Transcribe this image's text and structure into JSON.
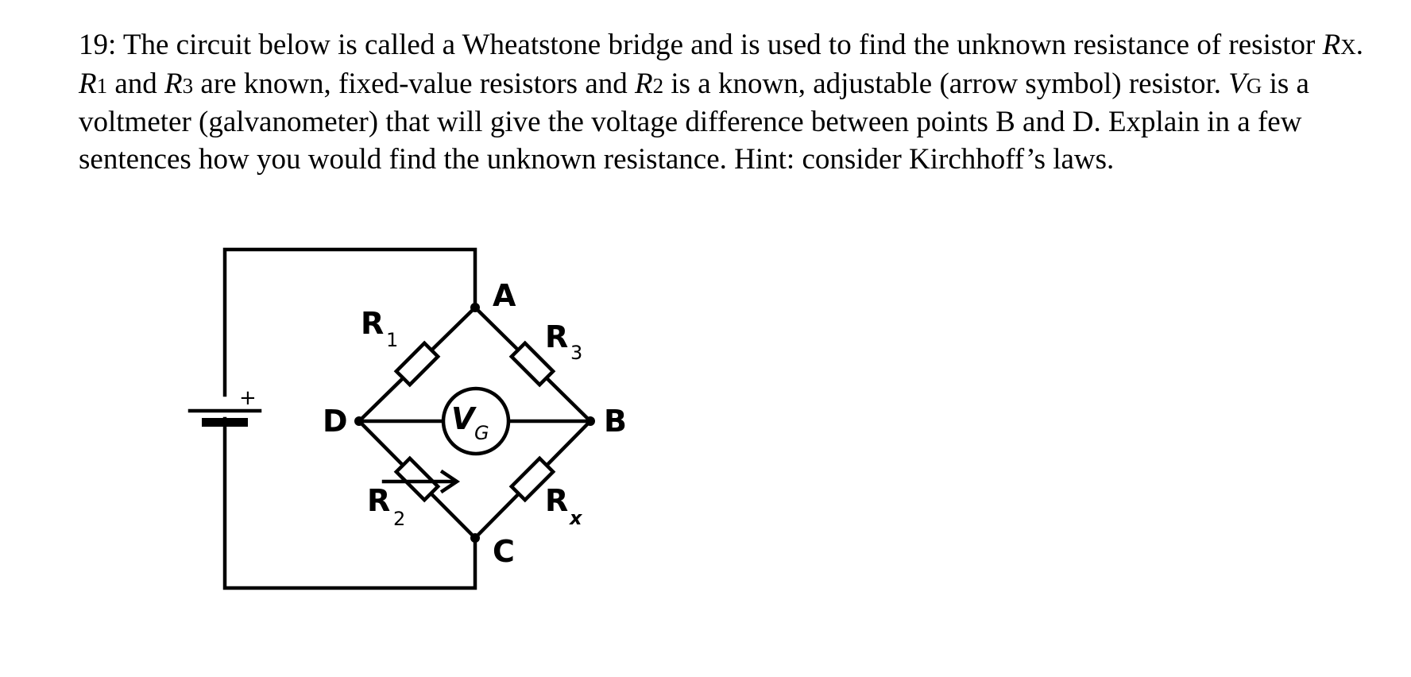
{
  "question": {
    "number": "19:",
    "seg1": "The circuit below is called a Wheatstone bridge and is used to find the unknown resistance of resistor ",
    "rx_letter": "R",
    "rx_sub": "X",
    "seg2": ". ",
    "r1_letter": "R",
    "r1_sub": "1",
    "seg3": " and ",
    "r3_letter": "R",
    "r3_sub": "3",
    "seg4": " are known, fixed-value resistors and ",
    "r2_letter": "R",
    "r2_sub": "2",
    "seg5": " is a known, adjustable (arrow symbol) resistor. ",
    "vg_letter": "V",
    "vg_sub": "G",
    "seg6": " is a voltmeter (galvanometer) that will give the voltage difference between points B and D. Explain in a few sentences how you would find the unknown resistance. Hint: consider Kirchhoff’s laws."
  },
  "circuit": {
    "node_a": "A",
    "node_b": "B",
    "node_c": "C",
    "node_d": "D",
    "r1_letter": "R",
    "r1_sub": "1",
    "r2_letter": "R",
    "r2_sub": "2",
    "r3_letter": "R",
    "r3_sub": "3",
    "rx_letter": "R",
    "rx_sub": "x",
    "vg_letter": "V",
    "vg_sub": "G",
    "battery_polarity": "+"
  }
}
